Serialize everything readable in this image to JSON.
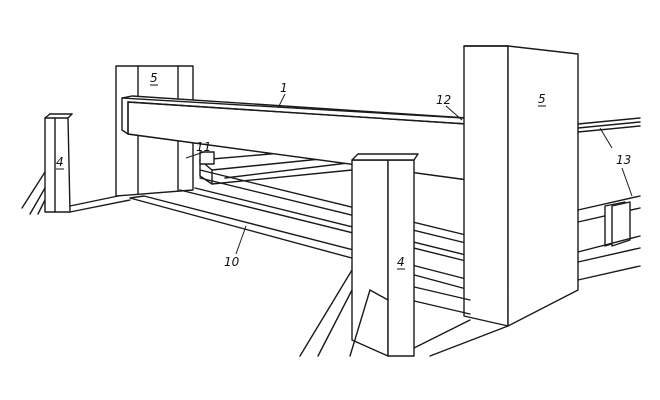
{
  "labels": {
    "beam": "1",
    "post_left": "4",
    "post_center": "4",
    "column_left": "5",
    "column_right": "5",
    "rail": "10",
    "bracket": "11",
    "beam_end": "12",
    "table_edge": "13"
  },
  "colors": {
    "stroke": "#1a1a1a",
    "background": "#ffffff"
  }
}
